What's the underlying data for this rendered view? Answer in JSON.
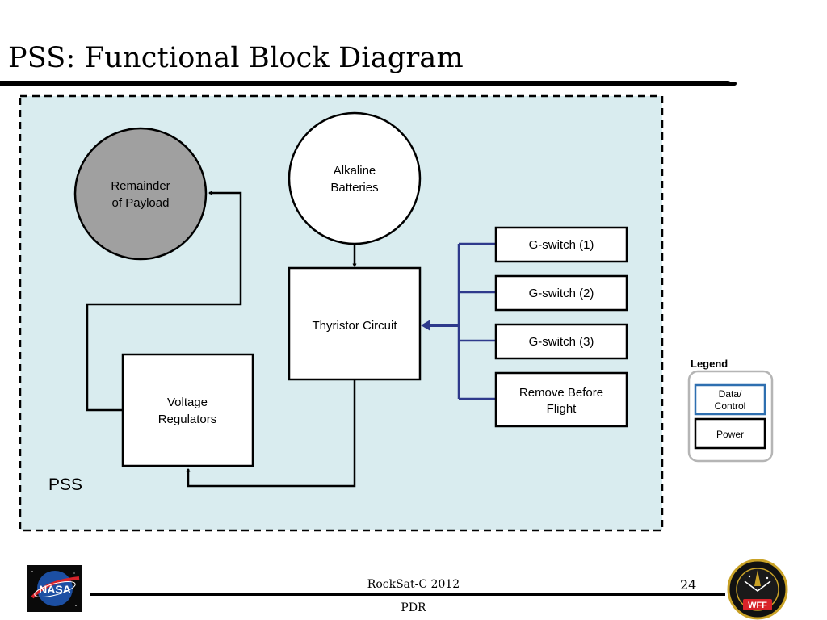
{
  "slide": {
    "title": "PSS: Functional Block Diagram"
  },
  "diagram": {
    "region_label": "PSS",
    "nodes": {
      "remainder": [
        "Remainder",
        "of Payload"
      ],
      "batteries": [
        "Alkaline",
        "Batteries"
      ],
      "thyristor": [
        "Thyristor Circuit"
      ],
      "regulators": [
        "Voltage",
        "Regulators"
      ],
      "gswitch1": [
        "G-switch (1)"
      ],
      "gswitch2": [
        "G-switch (2)"
      ],
      "gswitch3": [
        "G-switch (3)"
      ],
      "rbf": [
        "Remove Before",
        "Flight"
      ]
    }
  },
  "legend": {
    "title": "Legend",
    "data_control": [
      "Data/",
      "Control"
    ],
    "power": "Power"
  },
  "footer": {
    "event": "RockSat-C 2012",
    "page_number": "24",
    "review": "PDR"
  },
  "logos": {
    "left": "NASA",
    "right": "WFF"
  },
  "colors": {
    "panel_bg": "#d9ecef",
    "data_line": "#2e3a8c",
    "power_line": "#000000",
    "remainder_fill": "#a0a0a0"
  }
}
